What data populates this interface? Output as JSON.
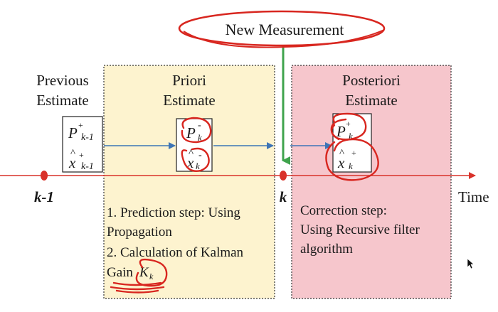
{
  "header": {
    "new_measurement": "New Measurement"
  },
  "previous": {
    "title_line1": "Previous",
    "title_line2": "Estimate",
    "P_symbol": "P",
    "P_sup": "+",
    "P_sub": "k-1",
    "x_hat": "^",
    "x_symbol": "x",
    "x_sup": "+",
    "x_sub": "k-1"
  },
  "priori": {
    "title_line1": "Priori",
    "title_line2": "Estimate",
    "P_symbol": "P",
    "P_sup": "-",
    "P_sub": "k",
    "x_hat": "^",
    "x_symbol": "x",
    "x_sup": "-",
    "x_sub": "k",
    "text_line1": "1. Prediction step: Using",
    "text_line2": "Propagation",
    "text_line3": "2. Calculation of Kalman",
    "text_line4": "Gain",
    "gain_symbol": "K",
    "gain_sub": "k"
  },
  "posteriori": {
    "title_line1": "Posteriori",
    "title_line2": "Estimate",
    "P_symbol": "P",
    "P_sup": "+",
    "P_sub": "k",
    "x_hat": "^",
    "x_symbol": "x",
    "x_sup": "+",
    "x_sub": "k",
    "text_line1": "Correction step:",
    "text_line2": "Using Recursive filter",
    "text_line3": "algorithm"
  },
  "timeline": {
    "label_k_minus_1": "k-1",
    "label_k": "k",
    "time_label": "Time"
  },
  "colors": {
    "priori_fill": "#fdf3cf",
    "posteriori_fill": "#f6c6cc",
    "timeline_red": "#d9322a",
    "annotation_red": "#d8261f",
    "blue_arrow": "#3d74b6",
    "green_arrow": "#3fa34d"
  }
}
